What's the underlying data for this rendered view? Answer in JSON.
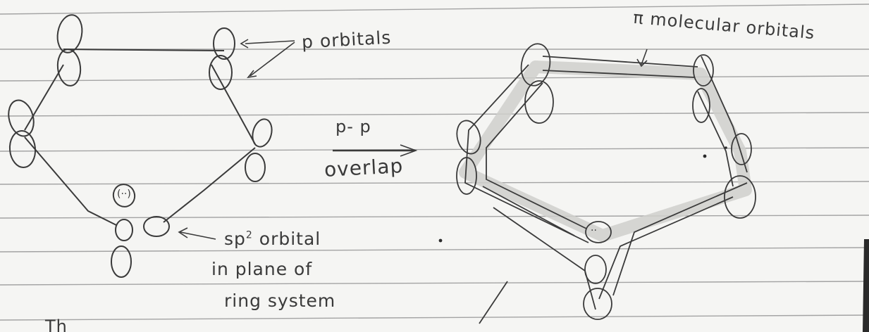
{
  "labels": {
    "p_orbitals": "p orbitals",
    "pi_molecular_orbitals": "π molecular orbitals",
    "p_p": "p- p",
    "overlap": "overlap",
    "sp_prefix": "sp",
    "sp_superscript": "2",
    "sp_suffix": " orbital",
    "in_plane_of": "in plane of",
    "ring_system": "ring system",
    "bottom_fragment": "Th",
    "lone_pair_left": "(··)",
    "lone_pair_right": "··"
  },
  "colors": {
    "paper": "#f5f5f3",
    "ruling": "#9a9a9a",
    "ink": "#3a3a3a",
    "shading": "#c8c8c4"
  }
}
